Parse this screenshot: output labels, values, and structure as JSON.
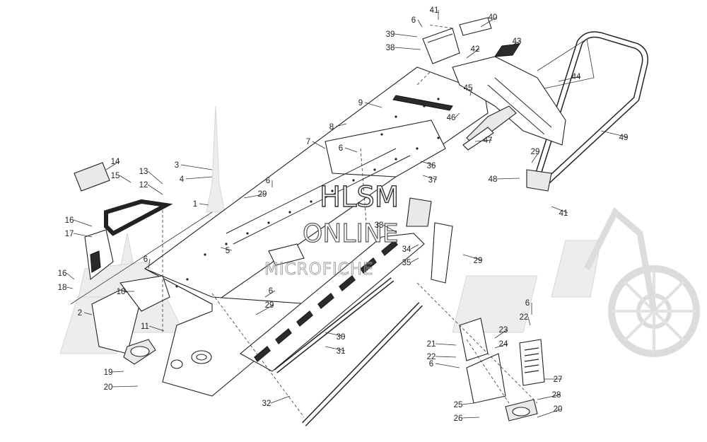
{
  "watermark": {
    "line1": "HLSM",
    "line2": "ONLINE",
    "line3": "MICROFICHE"
  },
  "callouts": [
    {
      "id": "6"
    },
    {
      "id": "41"
    },
    {
      "id": "40"
    },
    {
      "id": "39"
    },
    {
      "id": "38"
    },
    {
      "id": "42"
    },
    {
      "id": "43"
    },
    {
      "id": "44"
    },
    {
      "id": "45"
    },
    {
      "id": "9"
    },
    {
      "id": "46"
    },
    {
      "id": "8"
    },
    {
      "id": "47"
    },
    {
      "id": "49"
    },
    {
      "id": "7"
    },
    {
      "id": "6"
    },
    {
      "id": "36"
    },
    {
      "id": "29"
    },
    {
      "id": "48"
    },
    {
      "id": "37"
    },
    {
      "id": "41"
    },
    {
      "id": "14"
    },
    {
      "id": "13"
    },
    {
      "id": "15"
    },
    {
      "id": "12"
    },
    {
      "id": "3"
    },
    {
      "id": "4"
    },
    {
      "id": "6"
    },
    {
      "id": "29"
    },
    {
      "id": "1"
    },
    {
      "id": "16"
    },
    {
      "id": "17"
    },
    {
      "id": "5"
    },
    {
      "id": "33"
    },
    {
      "id": "34"
    },
    {
      "id": "35"
    },
    {
      "id": "29"
    },
    {
      "id": "6"
    },
    {
      "id": "16"
    },
    {
      "id": "18"
    },
    {
      "id": "10"
    },
    {
      "id": "6"
    },
    {
      "id": "29"
    },
    {
      "id": "2"
    },
    {
      "id": "11"
    },
    {
      "id": "19"
    },
    {
      "id": "20"
    },
    {
      "id": "30"
    },
    {
      "id": "31"
    },
    {
      "id": "32"
    },
    {
      "id": "6"
    },
    {
      "id": "22"
    },
    {
      "id": "23"
    },
    {
      "id": "21"
    },
    {
      "id": "24"
    },
    {
      "id": "22"
    },
    {
      "id": "6"
    },
    {
      "id": "27"
    },
    {
      "id": "25"
    },
    {
      "id": "28"
    },
    {
      "id": "26"
    },
    {
      "id": "20"
    }
  ]
}
